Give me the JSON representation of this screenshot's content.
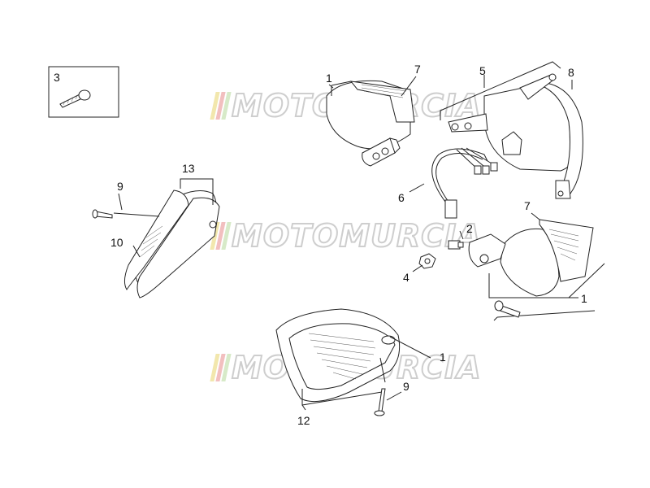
{
  "watermark": {
    "text": "MOTOMURCIA",
    "bar_colors": [
      "#e8d36a",
      "#e88a8a",
      "#b6d89a"
    ],
    "text_color": "#ffffff",
    "outline_color": "#c9c9c9"
  },
  "callouts": [
    {
      "id": "c1",
      "text": "3"
    },
    {
      "id": "c2",
      "text": "1"
    },
    {
      "id": "c3",
      "text": "7"
    },
    {
      "id": "c4",
      "text": "5"
    },
    {
      "id": "c5",
      "text": "8"
    },
    {
      "id": "c6",
      "text": "13"
    },
    {
      "id": "c7",
      "text": "9"
    },
    {
      "id": "c8",
      "text": "10"
    },
    {
      "id": "c9",
      "text": "6"
    },
    {
      "id": "c10",
      "text": "7"
    },
    {
      "id": "c11",
      "text": "2"
    },
    {
      "id": "c12",
      "text": "4"
    },
    {
      "id": "c13",
      "text": "1"
    },
    {
      "id": "c14",
      "text": "1"
    },
    {
      "id": "c15",
      "text": "9"
    },
    {
      "id": "c16",
      "text": "12"
    }
  ]
}
